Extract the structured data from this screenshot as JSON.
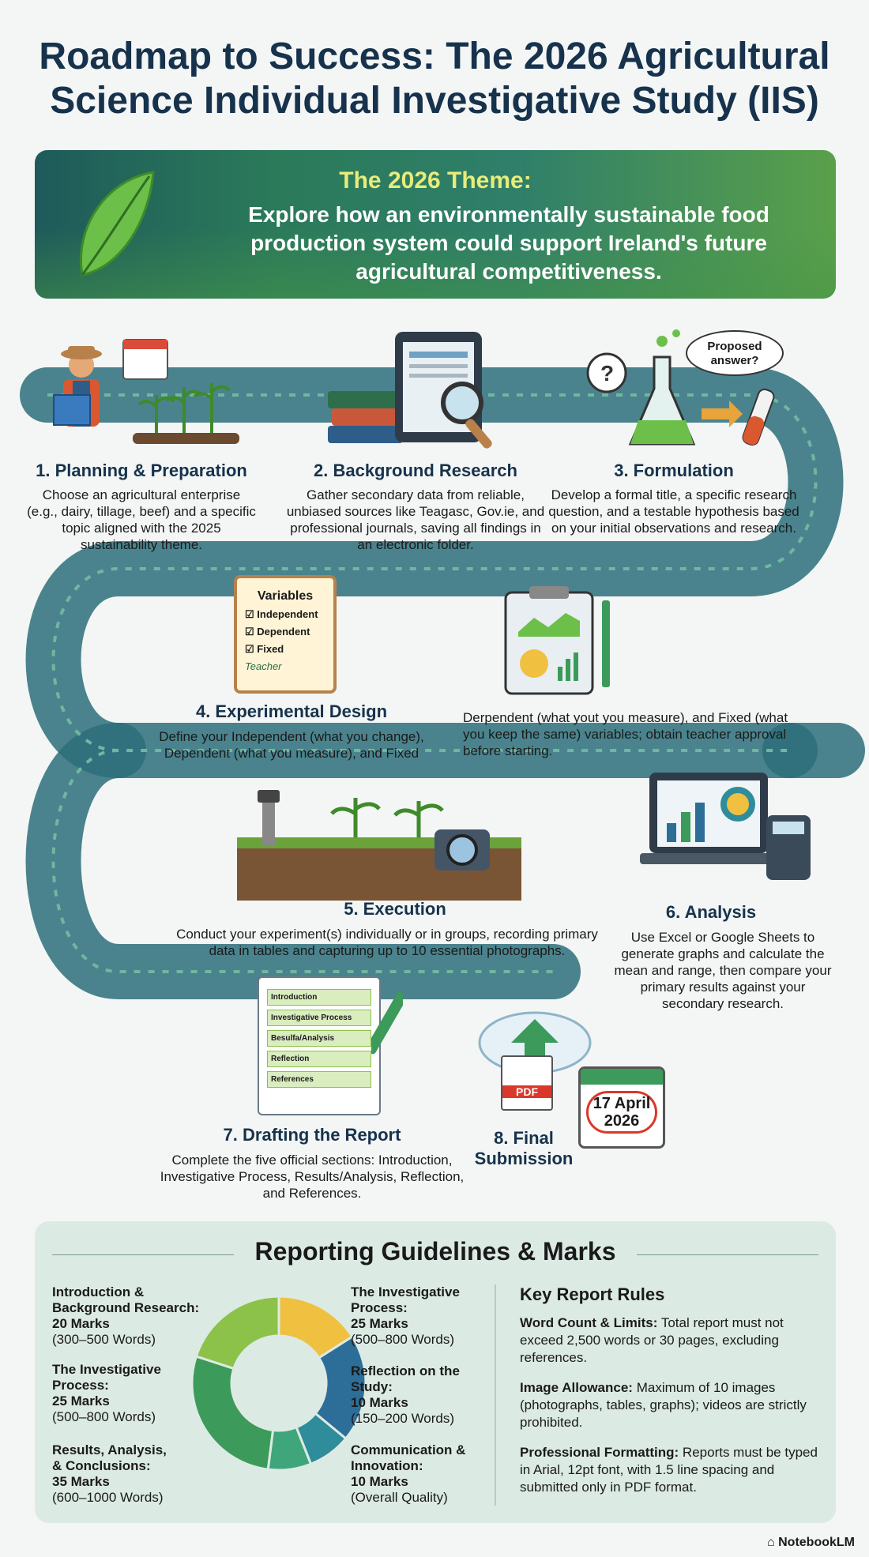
{
  "title": {
    "line1": "Roadmap to Success: The 2026 Agricultural",
    "line2": "Science Individual Investigative Study (IIS)"
  },
  "theme": {
    "heading": "The 2026 Theme:",
    "text": "Explore how an environmentally sustainable food production system could support Ireland's future agricultural competitiveness."
  },
  "steps": [
    {
      "title": "1. Planning & Preparation",
      "desc": "Choose an agricultural enterprise (e.g., dairy, tillage, beef) and a specific topic aligned with the 2025 sustainability theme."
    },
    {
      "title": "2. Background Research",
      "desc": "Gather secondary data from reliable, unbiased sources like Teagasc, Gov.ie, and professional journals, saving all findings in an electronic folder."
    },
    {
      "title": "3. Formulation",
      "desc": "Develop a formal title, a specific research question, and a testable hypothesis based on your initial observations and research."
    },
    {
      "title": "4. Experimental Design",
      "desc": "Define your Independent (what you change), Dependent (what you measure), and Fixed"
    },
    {
      "title": "",
      "desc": "Derpendent (what yout you measure), and Fixed (what you keep the same) variables; obtain teacher approval before starting."
    },
    {
      "title": "5. Execution",
      "desc": "Conduct your experiment(s) individually or in groups, recording primary data in tables and capturing up to 10 essential photographs."
    },
    {
      "title": "6. Analysis",
      "desc": "Use Excel or Google Sheets to generate graphs and calculate the mean and range, then compare your primary results against your secondary research."
    },
    {
      "title": "7. Drafting the Report",
      "desc": "Complete the five official sections: Introduction, Investigative Process, Results/Analysis, Reflection, and References."
    },
    {
      "title": "8. Final Submission",
      "desc": ""
    }
  ],
  "icons": {
    "proposed_bubble": "Proposed answer?",
    "variables_title": "Variables",
    "variables": [
      "Independent",
      "Dependent",
      "Fixed"
    ],
    "teacher_stamp": "Teacher",
    "report_sections": [
      "Introduction",
      "Investigative Process",
      "Besulfa/Analysis",
      "Reflection",
      "References"
    ],
    "pdf_label": "PDF",
    "deadline": "17 April 2026"
  },
  "guidelines": {
    "title": "Reporting Guidelines & Marks",
    "marks": [
      {
        "name": "Introduction & Background Research:",
        "marks": "20 Marks",
        "words": "(300–500 Words)",
        "color": "#f0c040",
        "value": 20
      },
      {
        "name": "The Investigative Process:",
        "marks": "25 Marks",
        "words": "(500–800 Words)",
        "color": "#2d6e99",
        "value": 25
      },
      {
        "name": "Reflection on the Study:",
        "marks": "10 Marks",
        "words": "(150–200 Words)",
        "color": "#2f8c9a",
        "value": 10
      },
      {
        "name": "Communication & Innovation:",
        "marks": "10 Marks",
        "words": "(Overall Quality)",
        "color": "#3fa67c",
        "value": 10
      },
      {
        "name": "Results, Analysis, & Conclusions:",
        "marks": "35 Marks",
        "words": "(600–1000 Words)",
        "color": "#3c9a5a",
        "value": 35
      },
      {
        "name": "The Investigative Process:",
        "marks": "25 Marks",
        "words": "(500–800 Words)",
        "color": "#8cc24a",
        "value": 25
      }
    ],
    "rules_heading": "Key Report Rules",
    "rules": [
      {
        "label": "Word Count & Limits:",
        "text": "Total report must not exceed 2,500 words or 30 pages, excluding references."
      },
      {
        "label": "Image Allowance:",
        "text": "Maximum of 10 images (photographs, tables, graphs); videos are strictly prohibited."
      },
      {
        "label": "Professional Formatting:",
        "text": "Reports must be typed in Arial, 12pt font, with 1.5 line spacing and submitted only in PDF format."
      }
    ]
  },
  "brand": "NotebookLM"
}
